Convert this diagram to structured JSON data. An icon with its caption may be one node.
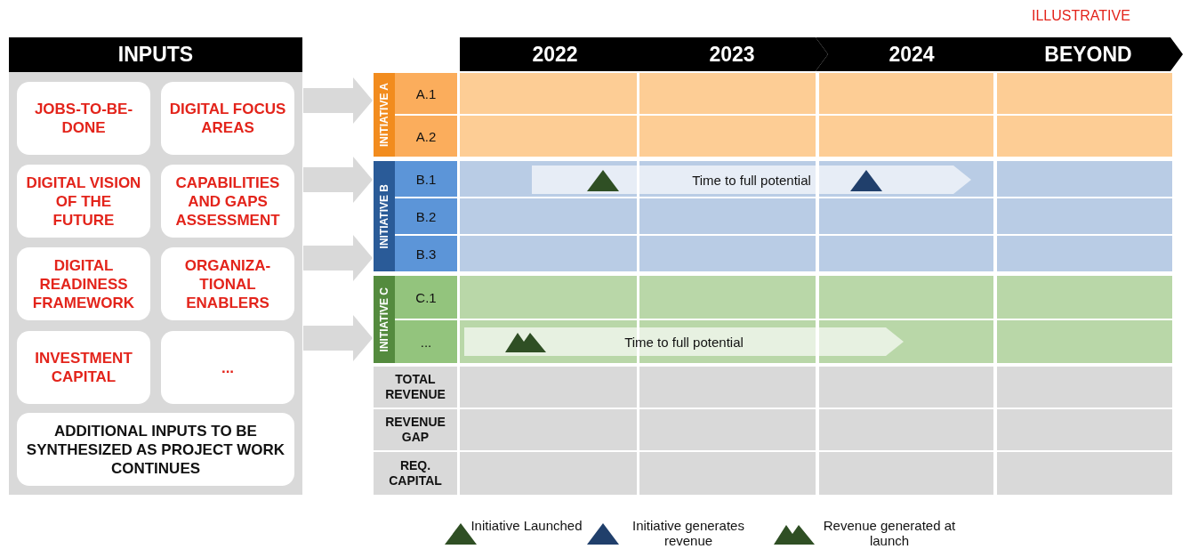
{
  "diagram": {
    "nodes": [
      {
        "text": [
          "INPUTS"
        ]
      },
      {
        "text": [
          "JOBS-TO-BE-DONE"
        ],
        "in": 0
      },
      {
        "text": [
          "DIGITAL FOCUS AREAS"
        ],
        "in": 0
      },
      {
        "text": [
          "DIGITAL VISION OF THE FUTURE"
        ],
        "in": 0
      },
      {
        "text": [
          "CAPABILITIES AND GAPS ASSESSMENT"
        ],
        "in": 0
      },
      {
        "text": [
          "DIGITAL READINESS FRAMEWORK"
        ],
        "in": 0
      },
      {
        "text": [
          "ORGANIZA-TIONAL ENABLERS"
        ],
        "in": 0
      },
      {
        "text": [
          "INVESTMENT CAPITAL"
        ],
        "in": 0
      },
      {
        "text": [
          "..."
        ],
        "in": 0
      },
      {
        "text": [
          "ADDITIONAL INPUTS TO BE SYNTHESIZED AS PROJECT WORK CONTINUES"
        ],
        "in": 0
      },
      {
        "text": [
          "2022"
        ]
      },
      {
        "text": [
          "2023"
        ]
      },
      {
        "text": [
          "2024"
        ]
      },
      {
        "text": [
          "BEYOND"
        ]
      },
      {
        "text": [
          "INITIATIVE A"
        ]
      },
      {
        "text": [
          "A.1"
        ]
      },
      {
        "text": [
          "A.2"
        ]
      },
      {
        "text": [
          "INITIATIVE B"
        ]
      },
      {
        "text": [
          "B.1"
        ]
      },
      {
        "text": [
          "B.2"
        ]
      },
      {
        "text": [
          "B.3"
        ]
      },
      {
        "text": [
          "INITIATIVE C"
        ]
      },
      {
        "text": [
          "C.1"
        ]
      },
      {
        "text": [
          "..."
        ]
      },
      {
        "text": [
          "TOTAL REVENUE"
        ]
      },
      {
        "text": [
          "REVENUE GAP"
        ]
      },
      {
        "text": [
          "REQ. CAPITAL"
        ]
      },
      {
        "text": [
          "Time to full potential"
        ]
      },
      {
        "text": [
          "Time to full potential"
        ]
      }
    ],
    "edges": [
      {
        "from": 0,
        "to": 14,
        "arrow": "to",
        "style": "thick"
      },
      {
        "from": 0,
        "to": 17,
        "arrow": "to",
        "style": "thick"
      },
      {
        "from": 0,
        "to": 17,
        "arrow": "to",
        "style": "thick"
      },
      {
        "from": 0,
        "to": 21,
        "arrow": "to",
        "style": "thick"
      }
    ],
    "labels": [
      "ILLUSTRATIVE"
    ],
    "legend": [
      {
        "text": "Initiative Launched"
      },
      {
        "text": "Initiative generates revenue"
      },
      {
        "text": "Revenue generated at launch"
      }
    ]
  }
}
